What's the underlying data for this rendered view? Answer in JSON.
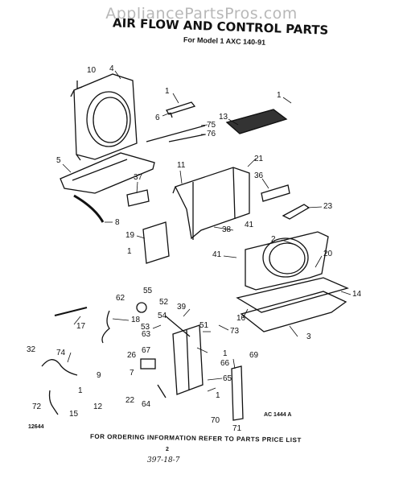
{
  "watermark": "AppliancePartsPros.com",
  "title": "AIR FLOW AND CONTROL PARTS",
  "subtitle": "For Model 1 AXC 140-91",
  "footer": "FOR ORDERING INFORMATION REFER TO PARTS PRICE LIST",
  "codes": {
    "drawing_code": "AC 1444 A",
    "left_code": "12644",
    "page_mark": "2",
    "handwritten": "397-18-7"
  },
  "callouts": [
    "10",
    "4",
    "1",
    "6",
    "75",
    "76",
    "13",
    "1",
    "5",
    "37",
    "11",
    "21",
    "36",
    "23",
    "8",
    "19",
    "1",
    "38",
    "41",
    "2",
    "41",
    "20",
    "14",
    "62",
    "55",
    "52",
    "39",
    "16",
    "17",
    "18",
    "54",
    "53",
    "51",
    "73",
    "3",
    "63",
    "32",
    "74",
    "26",
    "67",
    "1",
    "66",
    "69",
    "9",
    "7",
    "1",
    "65",
    "72",
    "1",
    "22",
    "64",
    "12",
    "15",
    "70",
    "71"
  ]
}
